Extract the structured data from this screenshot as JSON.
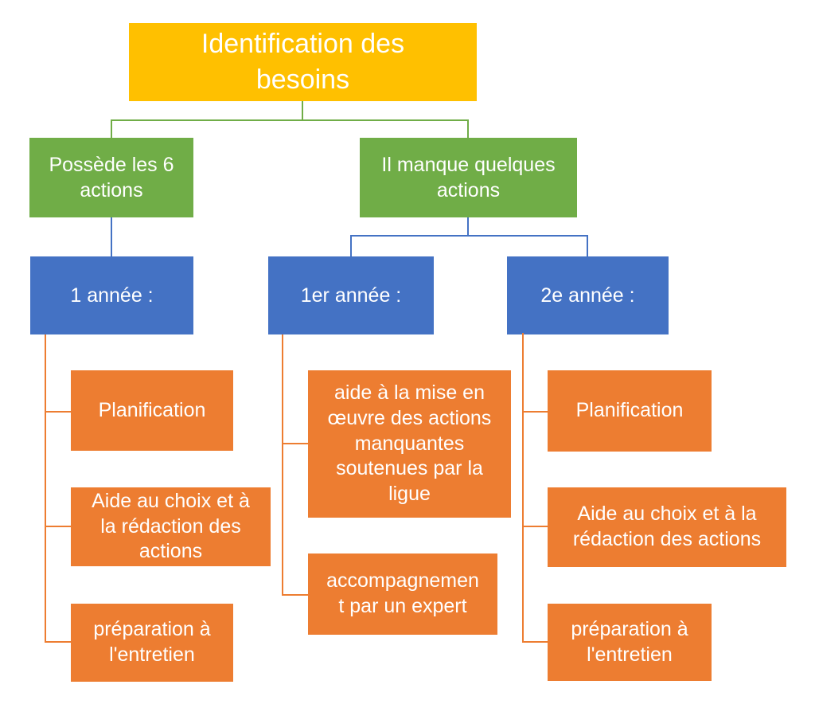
{
  "colors": {
    "background": "#FFFFFF",
    "text": "#FFFFFF",
    "root_fill": "#FFC000",
    "branch_fill": "#70AD47",
    "year_fill": "#4472C4",
    "item_fill": "#ED7D31",
    "connector_green": "#70AD47",
    "connector_blue": "#4472C4",
    "connector_orange": "#ED7D31"
  },
  "root": {
    "label": "Identification des\nbesoins"
  },
  "branches": [
    {
      "label": "Possède les 6\nactions",
      "years": [
        {
          "label": "1 année :",
          "items": [
            {
              "label": "Planification"
            },
            {
              "label": "Aide au choix et à\nla rédaction des\nactions"
            },
            {
              "label": "préparation à\nl'entretien"
            }
          ]
        }
      ]
    },
    {
      "label": "Il manque quelques\nactions",
      "years": [
        {
          "label": "1er année :",
          "items": [
            {
              "label": "aide à la mise en\nœuvre des actions\nmanquantes\nsoutenues par la\nligue"
            },
            {
              "label": "accompagnemen\nt par un expert"
            }
          ]
        },
        {
          "label": "2e année :",
          "items": [
            {
              "label": "Planification"
            },
            {
              "label": "Aide au choix et à la\nrédaction des actions"
            },
            {
              "label": "préparation à\nl'entretien"
            }
          ]
        }
      ]
    }
  ]
}
